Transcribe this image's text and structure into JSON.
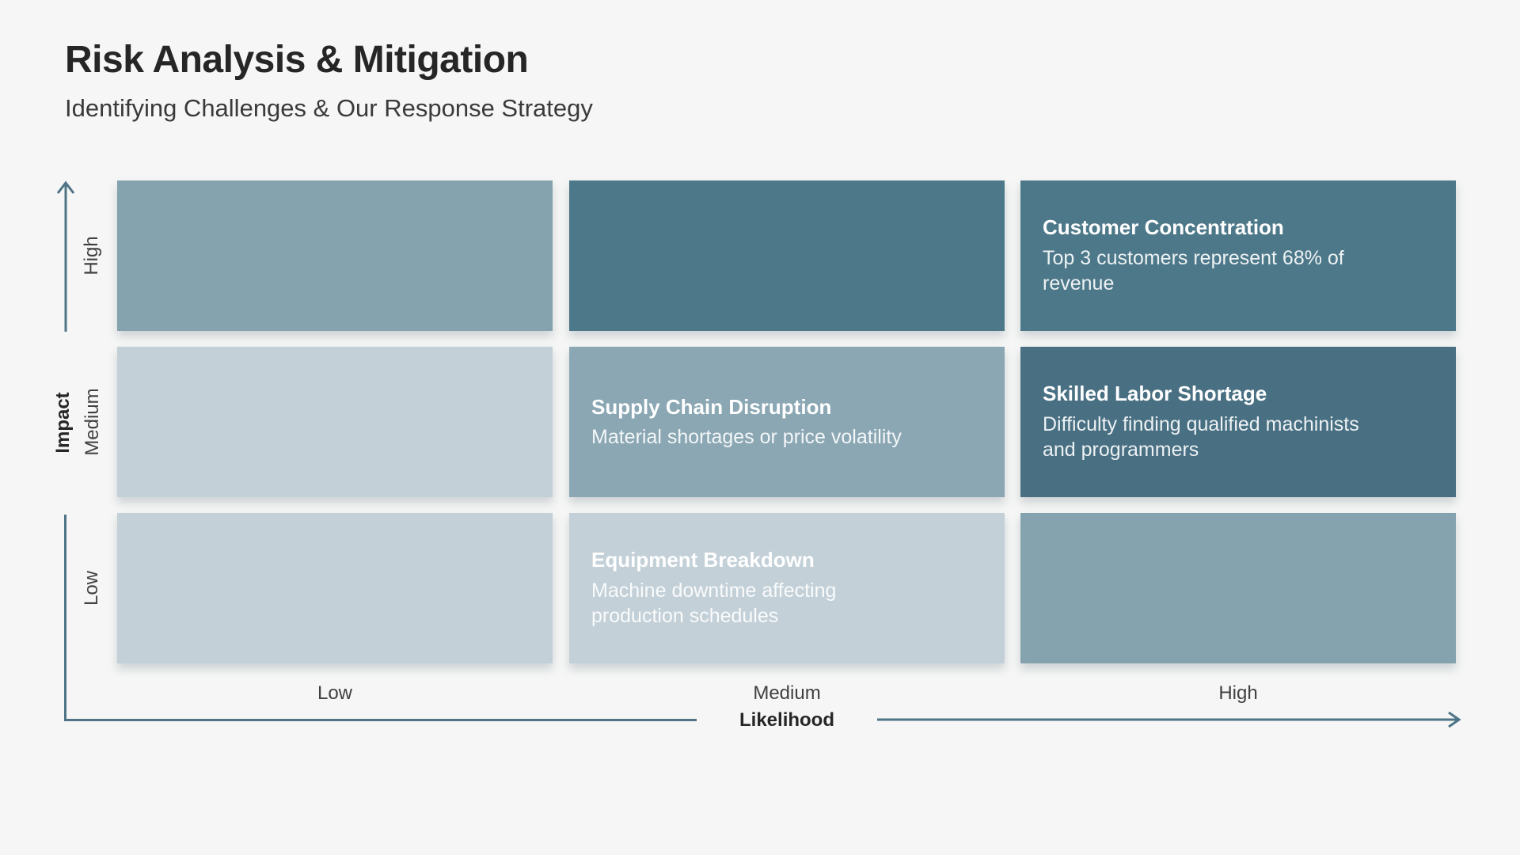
{
  "header": {
    "title": "Risk Analysis & Mitigation",
    "subtitle": "Identifying Challenges & Our Response Strategy"
  },
  "matrix": {
    "cells": {
      "r1c1": {
        "color": "#84a3ae"
      },
      "r1c2": {
        "color": "#4d7889"
      },
      "r1c3": {
        "color": "#4d7889",
        "title": "Customer Concentration",
        "body": "Top 3 customers represent 68% of\nrevenue"
      },
      "r2c1": {
        "color": "#c3d0d8"
      },
      "r2c2": {
        "color": "#8aa7b3",
        "title": "Supply Chain Disruption",
        "body": "Material shortages or price volatility"
      },
      "r2c3": {
        "color": "#486f82",
        "title": "Skilled Labor Shortage",
        "body": "Difficulty finding qualified machinists\nand programmers"
      },
      "r3c1": {
        "color": "#c3d0d8"
      },
      "r3c2": {
        "color": "#c3d0d8",
        "title": "Equipment Breakdown",
        "body": "Machine downtime affecting\nproduction schedules"
      },
      "r3c3": {
        "color": "#84a3ae"
      }
    }
  },
  "axes": {
    "x": {
      "title": "Likelihood",
      "ticks": [
        "Low",
        "Medium",
        "High"
      ]
    },
    "y": {
      "title": "Impact",
      "ticks": [
        "High",
        "Medium",
        "Low"
      ]
    }
  },
  "colors": {
    "background": "#f5f6f5",
    "axis": "#4e7486",
    "heading_text": "#262626",
    "subtitle_text": "#3a3a3a",
    "tick_text": "#404040",
    "cell_dark": "#4d7889",
    "cell_darkest": "#486f82",
    "cell_medium": "#84a3ae",
    "cell_light": "#c3d0d8"
  }
}
